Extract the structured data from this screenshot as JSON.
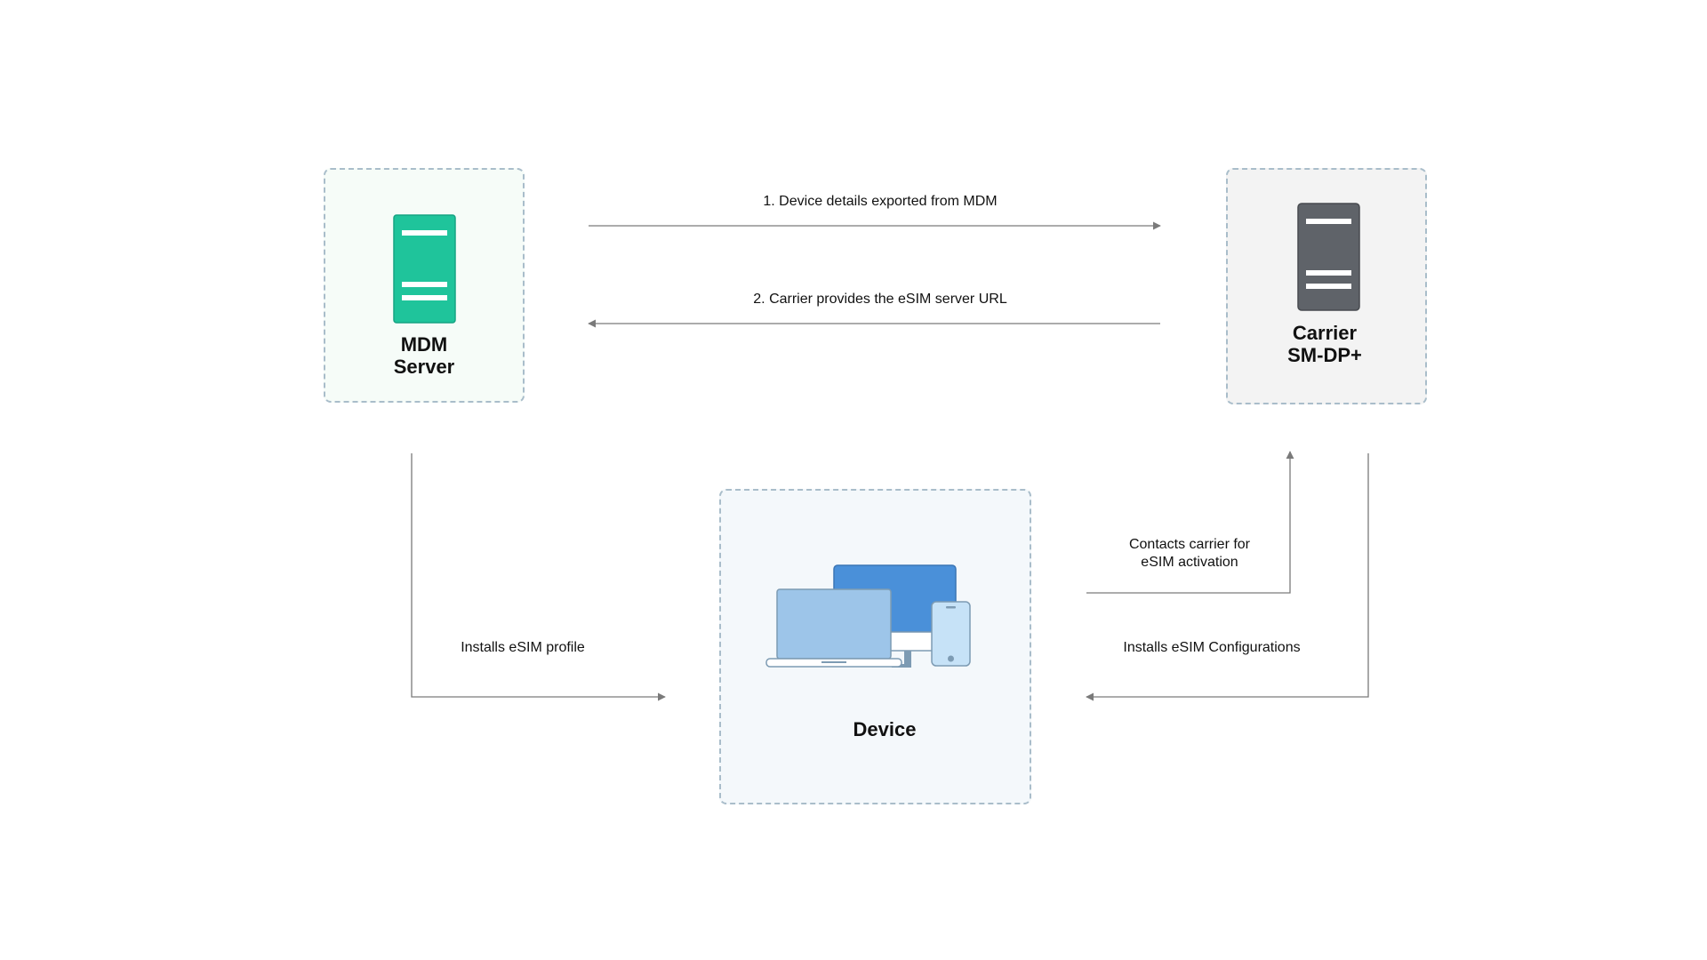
{
  "colors": {
    "mdm_server": "#1fc49b",
    "carrier_server": "#5f6369",
    "monitor": "#4a90d9",
    "laptop": "#9dc5e9",
    "phone": "#c6e2f7",
    "connector": "#7a7a7a",
    "box_border": "#a9bdca"
  },
  "icons": {
    "mdm": "server-icon",
    "carrier": "server-icon",
    "device": "devices-icon"
  },
  "nodes": {
    "mdm": {
      "line1": "MDM",
      "line2": "Server"
    },
    "carrier": {
      "line1": "Carrier",
      "line2": "SM-DP+"
    },
    "device": {
      "label": "Device"
    }
  },
  "edges": {
    "export": "1.  Device details exported from MDM",
    "url": "2. Carrier provides the eSIM server URL",
    "install_profile": "Installs eSIM profile",
    "contact_line1": "Contacts carrier for",
    "contact_line2": "eSIM activation",
    "install_config": "Installs eSIM Configurations"
  }
}
